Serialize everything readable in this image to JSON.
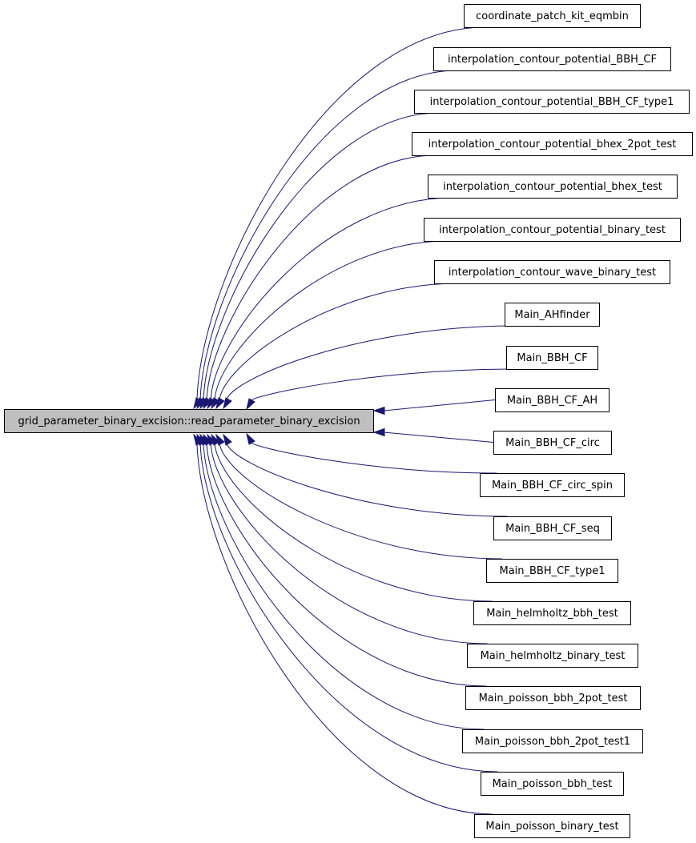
{
  "graph": {
    "root": {
      "label": "grid_parameter_binary_excision::read_parameter_binary_excision"
    },
    "callers": [
      {
        "label": "coordinate_patch_kit_eqmbin"
      },
      {
        "label": "interpolation_contour_potential_BBH_CF"
      },
      {
        "label": "interpolation_contour_potential_BBH_CF_type1"
      },
      {
        "label": "interpolation_contour_potential_bhex_2pot_test"
      },
      {
        "label": "interpolation_contour_potential_bhex_test"
      },
      {
        "label": "interpolation_contour_potential_binary_test"
      },
      {
        "label": "interpolation_contour_wave_binary_test"
      },
      {
        "label": "Main_AHfinder"
      },
      {
        "label": "Main_BBH_CF"
      },
      {
        "label": "Main_BBH_CF_AH"
      },
      {
        "label": "Main_BBH_CF_circ"
      },
      {
        "label": "Main_BBH_CF_circ_spin"
      },
      {
        "label": "Main_BBH_CF_seq"
      },
      {
        "label": "Main_BBH_CF_type1"
      },
      {
        "label": "Main_helmholtz_bbh_test"
      },
      {
        "label": "Main_helmholtz_binary_test"
      },
      {
        "label": "Main_poisson_bbh_2pot_test"
      },
      {
        "label": "Main_poisson_bbh_2pot_test1"
      },
      {
        "label": "Main_poisson_bbh_test"
      },
      {
        "label": "Main_poisson_binary_test"
      }
    ],
    "colors": {
      "edge": "#191970",
      "root_fill": "#bfbfbf",
      "node_fill": "#ffffff",
      "node_stroke": "#000000"
    }
  }
}
